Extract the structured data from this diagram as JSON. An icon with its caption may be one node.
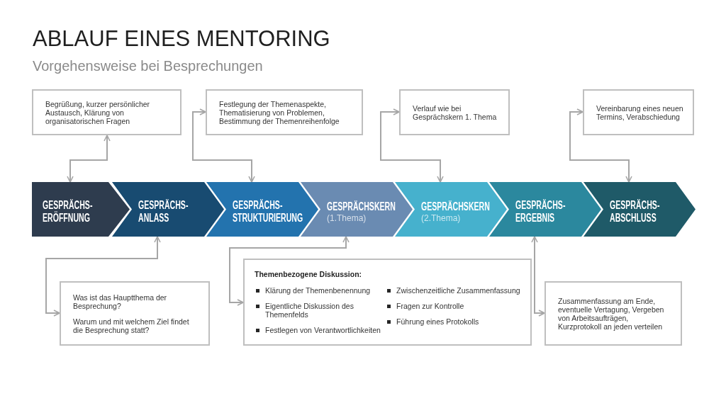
{
  "diagram": {
    "title": "ABLAUF EINES MENTORING",
    "nodes": [
      {
        "text": [
          "Begrüßung, kurzer persönlicher Austausch, Klärung von organisatorischen Fragen"
        ]
      },
      {
        "text": [
          "Festlegung der Themenaspekte, Thematisierung von Problemen, Bestimmung der Themenreihenfolge"
        ]
      },
      {
        "text": [
          "Verlauf wie bei Gesprächskern 1. Thema"
        ]
      },
      {
        "text": [
          "Vereinbarung eines neuen Termins, Verabschiedung"
        ]
      },
      {
        "text": [
          "GESPRÄCHS- ERÖFFNUNG"
        ]
      },
      {
        "text": [
          "GESPRÄCHS- ANLASS"
        ]
      },
      {
        "text": [
          "GESPRÄCHS- STRUKTURIERUNG"
        ]
      },
      {
        "text": [
          "GESPRÄCHSKERN",
          "(1.Thema)"
        ]
      },
      {
        "text": [
          "GESPRÄCHSKERN",
          "(2.Thema)"
        ]
      },
      {
        "text": [
          "GESPRÄCHS- ERGEBNIS"
        ]
      },
      {
        "text": [
          "GESPRÄCHS- ABSCHLUSS"
        ]
      },
      {
        "text": [
          "Was ist das Hauptthema der Besprechung?",
          "Warum und mit welchem Ziel findet die Besprechung statt?"
        ]
      },
      {
        "text": [
          "Themenbezogene Diskussion:",
          "Klärung der Themenbenennung",
          "Eigentliche Diskussion des Themenfelds",
          "Festlegen von Verantwortlichkeiten",
          "Zwischenzeitliche Zusammenfassung",
          "Fragen zur Kontrolle",
          "Führung eines Protokolls"
        ]
      },
      {
        "text": [
          "Zusammenfassung am Ende, eventuelle Vertagung, Vergeben von Arbeitsaufträgen, Kurzprotokoll an jeden verteilen"
        ]
      }
    ],
    "edges": [
      {
        "from": 4,
        "to": 0,
        "arrow": "both"
      },
      {
        "from": 6,
        "to": 1,
        "arrow": "both"
      },
      {
        "from": 8,
        "to": 2,
        "arrow": "both"
      },
      {
        "from": 10,
        "to": 3,
        "arrow": "both"
      },
      {
        "from": 5,
        "to": 11,
        "arrow": "both"
      },
      {
        "from": 7,
        "to": 12,
        "arrow": "both"
      },
      {
        "from": 9,
        "to": 13,
        "arrow": "both"
      }
    ],
    "labels": [
      "Vorgehensweise bei Besprechungen"
    ]
  }
}
